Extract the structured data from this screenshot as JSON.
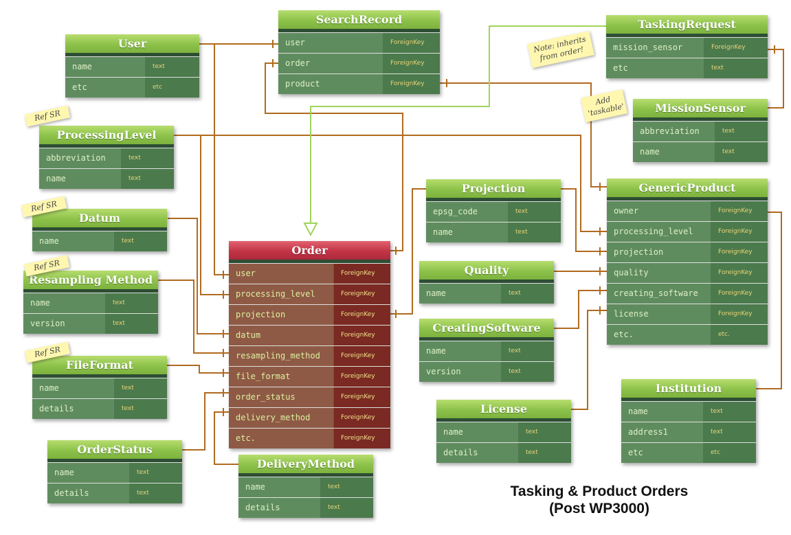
{
  "title": {
    "line1": "Tasking & Product Orders",
    "line2": "(Post WP3000)"
  },
  "entities": {
    "user": {
      "name": "User",
      "fields": [
        {
          "name": "name",
          "type": "text"
        },
        {
          "name": "etc",
          "type": "etc"
        }
      ]
    },
    "searchrecord": {
      "name": "SearchRecord",
      "fields": [
        {
          "name": "user",
          "type": "ForeignKey"
        },
        {
          "name": "order",
          "type": "ForeignKey"
        },
        {
          "name": "product",
          "type": "ForeignKey"
        }
      ]
    },
    "taskingrequest": {
      "name": "TaskingRequest",
      "fields": [
        {
          "name": "mission_sensor",
          "type": "ForeignKey"
        },
        {
          "name": "etc",
          "type": "text"
        }
      ]
    },
    "processinglevel": {
      "name": "ProcessingLevel",
      "fields": [
        {
          "name": "abbreviation",
          "type": "text"
        },
        {
          "name": "name",
          "type": "text"
        }
      ]
    },
    "missionsensor": {
      "name": "MissionSensor",
      "fields": [
        {
          "name": "abbreviation",
          "type": "text"
        },
        {
          "name": "name",
          "type": "text"
        }
      ]
    },
    "datum": {
      "name": "Datum",
      "fields": [
        {
          "name": "name",
          "type": "text"
        }
      ]
    },
    "projection": {
      "name": "Projection",
      "fields": [
        {
          "name": "epsg_code",
          "type": "text"
        },
        {
          "name": "name",
          "type": "text"
        }
      ]
    },
    "genericproduct": {
      "name": "GenericProduct",
      "fields": [
        {
          "name": "owner",
          "type": "ForeignKey"
        },
        {
          "name": "processing_level",
          "type": "ForeignKey"
        },
        {
          "name": "projection",
          "type": "ForeignKey"
        },
        {
          "name": "quality",
          "type": "ForeignKey"
        },
        {
          "name": "creating_software",
          "type": "ForeignKey"
        },
        {
          "name": "license",
          "type": "ForeignKey"
        },
        {
          "name": "etc.",
          "type": "etc."
        }
      ]
    },
    "order": {
      "name": "Order",
      "fields": [
        {
          "name": "user",
          "type": "ForeignKey"
        },
        {
          "name": "processing_level",
          "type": "ForeignKey"
        },
        {
          "name": "projection",
          "type": "ForeignKey"
        },
        {
          "name": "datum",
          "type": "ForeignKey"
        },
        {
          "name": "resampling_method",
          "type": "ForeignKey"
        },
        {
          "name": "file_format",
          "type": "ForeignKey"
        },
        {
          "name": "order_status",
          "type": "ForeignKey"
        },
        {
          "name": "delivery_method",
          "type": "ForeignKey"
        },
        {
          "name": "etc.",
          "type": "ForeignKey"
        }
      ]
    },
    "resamplingmethod": {
      "name": "Resampling Method",
      "fields": [
        {
          "name": "name",
          "type": "text"
        },
        {
          "name": "version",
          "type": "text"
        }
      ]
    },
    "quality": {
      "name": "Quality",
      "fields": [
        {
          "name": "name",
          "type": "text"
        }
      ]
    },
    "creatingsoftware": {
      "name": "CreatingSoftware",
      "fields": [
        {
          "name": "name",
          "type": "text"
        },
        {
          "name": "version",
          "type": "text"
        }
      ]
    },
    "fileformat": {
      "name": "FileFormat",
      "fields": [
        {
          "name": "name",
          "type": "text"
        },
        {
          "name": "details",
          "type": "text"
        }
      ]
    },
    "institution": {
      "name": "Institution",
      "fields": [
        {
          "name": "name",
          "type": "text"
        },
        {
          "name": "address1",
          "type": "text"
        },
        {
          "name": "etc",
          "type": "etc"
        }
      ]
    },
    "license": {
      "name": "License",
      "fields": [
        {
          "name": "name",
          "type": "text"
        },
        {
          "name": "details",
          "type": "text"
        }
      ]
    },
    "orderstatus": {
      "name": "OrderStatus",
      "fields": [
        {
          "name": "name",
          "type": "text"
        },
        {
          "name": "details",
          "type": "text"
        }
      ]
    },
    "deliverymethod": {
      "name": "DeliveryMethod",
      "fields": [
        {
          "name": "name",
          "type": "text"
        },
        {
          "name": "details",
          "type": "text"
        }
      ]
    }
  },
  "notes": {
    "inherits": "Note: inherits from order!",
    "taskable": "Add 'taskable'",
    "ref_sr_1": "Ref SR",
    "ref_sr_2": "Ref SR",
    "ref_sr_3": "Ref SR",
    "ref_sr_4": "Ref SR"
  },
  "colors": {
    "connector": "#b06a1e",
    "inheritance": "#9fd45a",
    "header_green": "#8cc24a",
    "order_red": "#c23446"
  }
}
